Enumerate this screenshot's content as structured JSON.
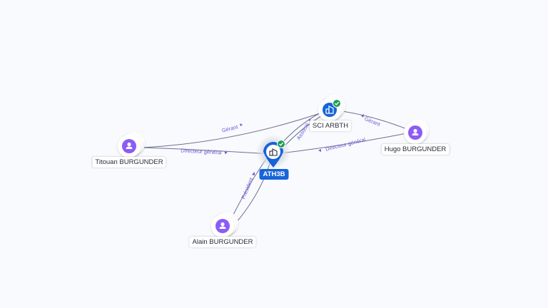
{
  "nodes": {
    "titouan": {
      "label": "Titouan BURGUNDER",
      "type": "person",
      "icon": "person-icon"
    },
    "alain": {
      "label": "Alain BURGUNDER",
      "type": "person",
      "icon": "person-icon"
    },
    "hugo": {
      "label": "Hugo BURGUNDER",
      "type": "person",
      "icon": "person-icon"
    },
    "sci": {
      "label": "SCI ARBTH",
      "type": "company",
      "icon": "buildings-icon",
      "verified": true
    },
    "ath3b": {
      "label": "ATH3B",
      "type": "company",
      "icon": "buildings-icon",
      "verified": true,
      "focused": true
    }
  },
  "edges": [
    {
      "from": "Titouan BURGUNDER",
      "to": "SCI ARBTH",
      "label": "Gérant"
    },
    {
      "from": "Titouan BURGUNDER",
      "to": "ATH3B",
      "label": "Directeur général"
    },
    {
      "from": "Alain BURGUNDER",
      "to": "ATH3B",
      "label": "Président"
    },
    {
      "from": "ATH3B",
      "to": "SCI ARBTH",
      "label": "Associé"
    },
    {
      "from": "Hugo BURGUNDER",
      "to": "SCI ARBTH",
      "label": "Gérant"
    },
    {
      "from": "Hugo BURGUNDER",
      "to": "ATH3B",
      "label": "Directeur général"
    }
  ],
  "colors": {
    "person": "#8b5cf6",
    "company": "#1664d8",
    "verified": "#1f9d55",
    "edge": "#6f6f93",
    "edge_label": "#6b5bd6",
    "background": "#f8fafd"
  }
}
